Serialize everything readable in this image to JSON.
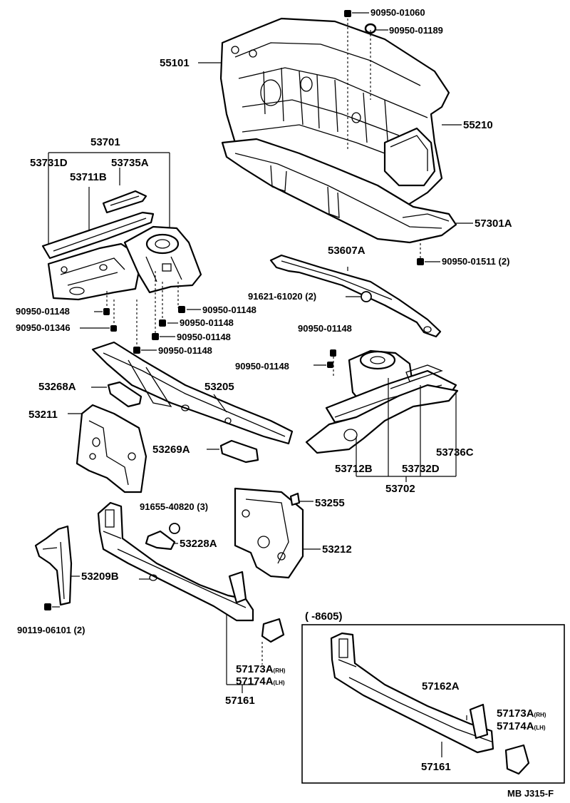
{
  "labels": {
    "p55101": "55101",
    "p90950_01060": "90950-01060",
    "p90950_01189": "90950-01189",
    "p55210": "55210",
    "p53701": "53701",
    "p53731D": "53731D",
    "p53735A": "53735A",
    "p53711B": "53711B",
    "p57301A": "57301A",
    "p90950_01511": "90950-01511 (2)",
    "p53607A": "53607A",
    "p91621_61020": "91621-61020 (2)",
    "p90950_01148_a": "90950-01148",
    "p90950_01148_b": "90950-01148",
    "p90950_01346": "90950-01346",
    "p90950_01148_c": "90950-01148",
    "p90950_01148_d": "90950-01148",
    "p90950_01148_e": "90950-01148",
    "p90950_01148_f": "90950-01148",
    "p90950_01148_g": "90950-01148",
    "p53268A": "53268A",
    "p53205": "53205",
    "p53211": "53211",
    "p53269A": "53269A",
    "p53712B": "53712B",
    "p53732D": "53732D",
    "p53736C": "53736C",
    "p53702": "53702",
    "p91655_40820": "91655-40820 (3)",
    "p53255": "53255",
    "p53228A": "53228A",
    "p53212": "53212",
    "p53209B": "53209B",
    "p90119_06101": "90119-06101 (2)",
    "p57173A_1": "57173A",
    "p57173A_1_side": "(RH)",
    "p57174A_1": "57174A",
    "p57174A_1_side": "(LH)",
    "p57161_1": "57161",
    "inset_title": "(       -8605)",
    "p57162A": "57162A",
    "p57173A_2": "57173A",
    "p57173A_2_side": "(RH)",
    "p57174A_2": "57174A",
    "p57174A_2_side": "(LH)",
    "p57161_2": "57161",
    "diagram_code": "MB J315-F"
  }
}
